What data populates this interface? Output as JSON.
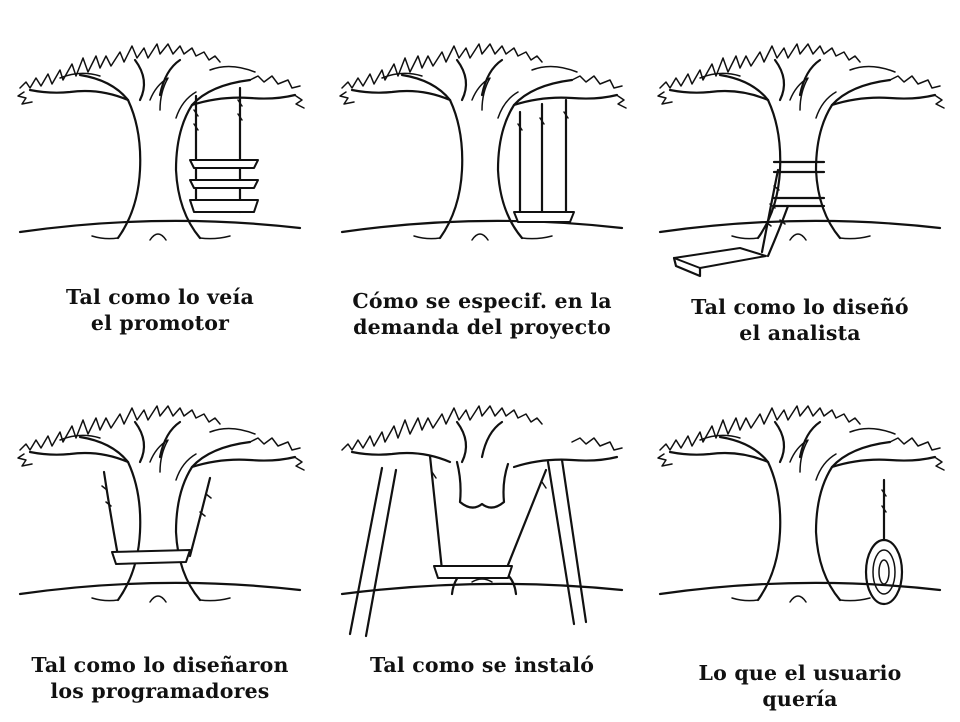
{
  "panels": [
    {
      "id": "promotor",
      "caption": [
        "Tal como lo veía",
        "el promotor"
      ]
    },
    {
      "id": "especificado",
      "caption": [
        "Cómo se especif. en la",
        "demanda del proyecto"
      ]
    },
    {
      "id": "analista",
      "caption": [
        "Tal como lo diseñó",
        "el analista"
      ]
    },
    {
      "id": "programadores",
      "caption": [
        "Tal como lo diseñaron",
        "los programadores"
      ]
    },
    {
      "id": "instalado",
      "caption": [
        "Tal como se instaló"
      ]
    },
    {
      "id": "usuario",
      "caption": [
        "Lo que el usuario",
        "quería"
      ]
    }
  ]
}
